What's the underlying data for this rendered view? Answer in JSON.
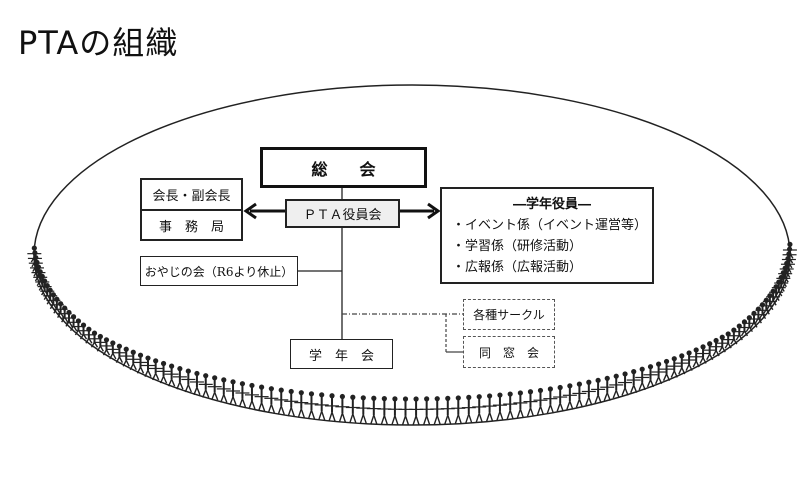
{
  "title": "PTAの組織",
  "org": {
    "general_assembly": "総　　会",
    "president": "会長・副会長",
    "secretariat": "事　務　局",
    "officers": "ＰＴＡ役員会",
    "fathers_club": "おやじの会（R6より休止）",
    "grade_officers": {
      "heading": "―学年役員―",
      "items": [
        "・イベント係（イベント運営等）",
        "・学習係（研修活動）",
        "・広報係（広報活動）"
      ]
    },
    "circles": "各種サークル",
    "alumni": "同　窓　会",
    "grade_assembly": "学　年　会"
  }
}
